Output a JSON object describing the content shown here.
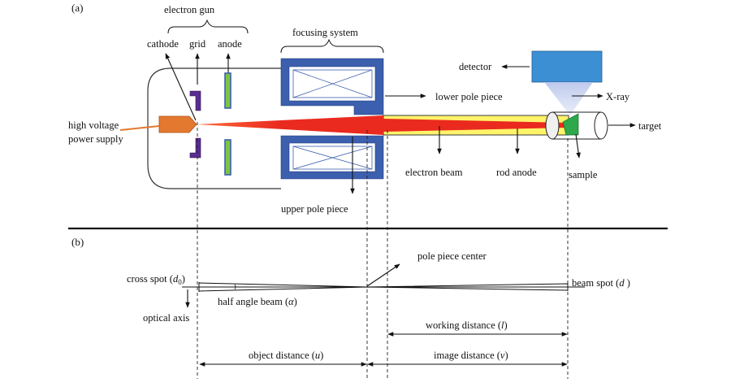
{
  "panel_a": {
    "tag": "(a)",
    "labels": {
      "electron_gun": "electron gun",
      "cathode": "cathode",
      "grid": "grid",
      "anode": "anode",
      "focusing_system": "focusing system",
      "detector": "detector",
      "lower_pole_piece": "lower pole piece",
      "xray": "X-ray",
      "hv_line1": "high voltage",
      "hv_line2": "power supply",
      "target": "target",
      "electron_beam": "electron beam",
      "rod_anode": "rod anode",
      "sample": "sample",
      "upper_pole_piece": "upper pole piece"
    }
  },
  "panel_b": {
    "tag": "(b)",
    "labels": {
      "pole_piece_center": "pole piece center",
      "cross_spot_prefix": "cross spot (",
      "cross_spot_var": "d",
      "cross_spot_sub": "0",
      "cross_spot_suffix": ")",
      "beam_spot_prefix": "beam spot (",
      "beam_spot_var": "d",
      "beam_spot_suffix": " )",
      "half_angle_prefix": "half angle beam (",
      "half_angle_var": "α",
      "half_angle_suffix": ")",
      "optical_axis": "optical axis",
      "working_prefix": "working distance (",
      "working_var": "l",
      "working_suffix": ")",
      "object_prefix": "object distance (",
      "object_var": "u",
      "object_suffix": ")",
      "image_prefix": "image distance (",
      "image_var": "v",
      "image_suffix": ")"
    }
  },
  "colors": {
    "magnet_blue": "#3c5fae",
    "detector_blue": "#3d8fd4",
    "cathode_orange": "#e2792f",
    "electrode_purple": "#5a2d91",
    "anode_green": "#7ec444",
    "beam_red": "#ea2a1e",
    "rod_yellow": "#fff36a"
  }
}
